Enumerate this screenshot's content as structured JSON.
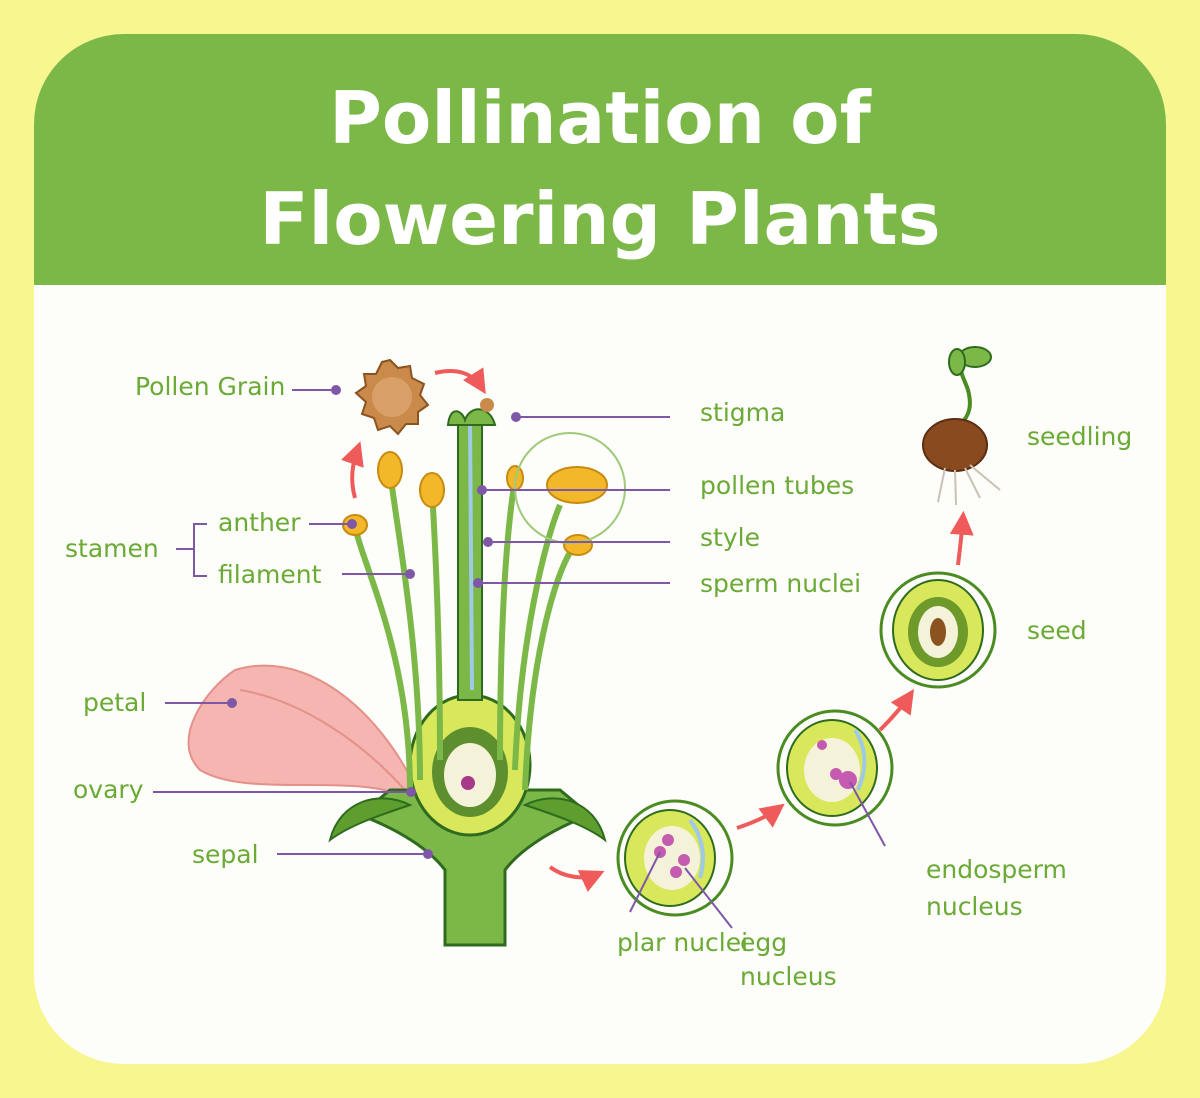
{
  "title": {
    "line1": "Pollination of",
    "line2": "Flowering Plants"
  },
  "labels": {
    "pollen_grain": "Pollen Grain",
    "stamen": "stamen",
    "anther": "anther",
    "filament": "filament",
    "petal": "petal",
    "ovary": "ovary",
    "sepal": "sepal",
    "stigma": "stigma",
    "pollen_tubes": "pollen tubes",
    "style": "style",
    "sperm_nuclei": "sperm nuclei",
    "seedling": "seedling",
    "seed": "seed",
    "endosperm_line1": "endosperm",
    "endosperm_line2": "nucleus",
    "polar_nuclei": "plar nuclei",
    "egg_line1": "egg",
    "egg_line2": "nucleus"
  },
  "colors": {
    "background": "#f7f68f",
    "header": "#7bb848",
    "label_text": "#6aaa35",
    "leader_line": "#7e57a6",
    "arrow": "#ef5b5b"
  }
}
